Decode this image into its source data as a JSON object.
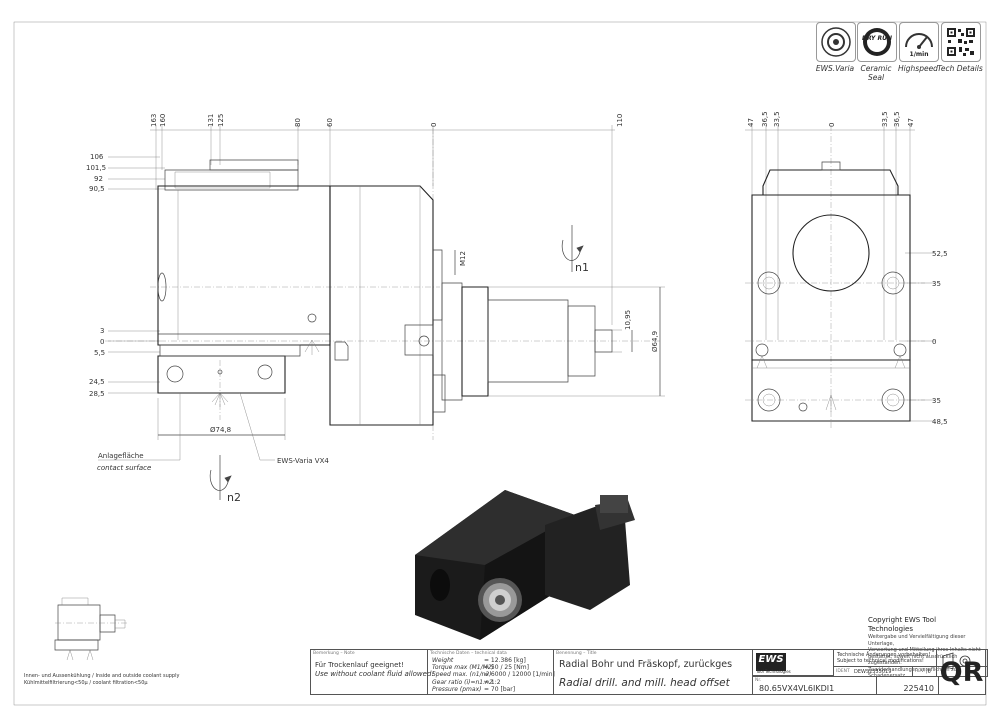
{
  "badges": [
    {
      "label": "EWS.Varia",
      "icon": "ews-varia-icon"
    },
    {
      "label": "Ceramic Seal",
      "icon": "ceramic-seal-icon",
      "inner": "DRY RUN"
    },
    {
      "label": "Highspeed",
      "icon": "highspeed-icon",
      "inner": "1/min"
    },
    {
      "label": "Tech Details",
      "icon": "qr-code-icon"
    }
  ],
  "side_view": {
    "top_dims": [
      "163",
      "160",
      "131",
      "125",
      "80",
      "60",
      "0",
      "110"
    ],
    "left_dims": [
      "106",
      "101,5",
      "92",
      "90,5",
      "3",
      "0",
      "5,5",
      "24,5",
      "28,5"
    ],
    "m12": "M12",
    "d1095": "10,95",
    "d649": "Ø64,9",
    "d748": "Ø74,8",
    "n1": "n1",
    "n2": "n2",
    "anlage_de": "Anlagefläche",
    "anlage_en": "contact surface",
    "ews_varia": "EWS-Varia VX4"
  },
  "front_view": {
    "top_dims": [
      "47",
      "36,5",
      "33,5",
      "0",
      "33,5",
      "36,5",
      "47"
    ],
    "right_dims": [
      "52,5",
      "35",
      "0",
      "35",
      "48,5"
    ]
  },
  "coolant": {
    "de": "Innen- und Aussenkühlung / Inside and outside coolant supply",
    "de2": "Kühlmittelfiltrierung<50µ / coolant filtration<50µ"
  },
  "copyright": {
    "title": "Copyright EWS Tool Technologies",
    "lines": [
      "Weitergabe und Vervielfältigung dieser Unterlage,",
      "Verwertung und Mitteilung ihres Inhalts nicht",
      "gestattet, soweit nicht ausdrücklich zugestanden.",
      "Zuwiderhandlungen verpflichten zu Schadenersatz."
    ]
  },
  "titleblock": {
    "remark_head": "Bemerkung – Note",
    "remark_de": "Für Trockenlauf geeignet!",
    "remark_en": "Use without coolant fluid allowed!",
    "tech_head": "Technische Daten – technical data",
    "tech_rows": [
      {
        "label": "Weight",
        "value": "= 12.386 [kg]"
      },
      {
        "label": "Torque max (M1/M2)",
        "value": "= 50 / 25 [Nm]"
      },
      {
        "label": "Speed max. (n1/n2)",
        "value": "= 6000 / 12000 [1/min]"
      },
      {
        "label": "Gear ratio (i)=n1:n2",
        "value": "= 1:2"
      },
      {
        "label": "Pressure (pmax)",
        "value": "= 70 [bar]"
      }
    ],
    "title_head": "Benennung – Title",
    "title_de": "Radial Bohr und Fräskopf, zurückges",
    "title_en": "Radial drill. and mill. head offset",
    "logo": "EWS",
    "logo_sub": "Tool Technologies",
    "change_de": "Technische Änderungen vorbehalten!",
    "change_en": "Subject to technical modifications!",
    "ident_label": "IDENT",
    "ident_value": "DEWS2355019",
    "rev_label": "REV.",
    "rev_value": "/0",
    "nr_head": "Nr.",
    "part_no": "80.65VX4VL6IKDI1",
    "id_no": "225410",
    "qr": "QR"
  }
}
